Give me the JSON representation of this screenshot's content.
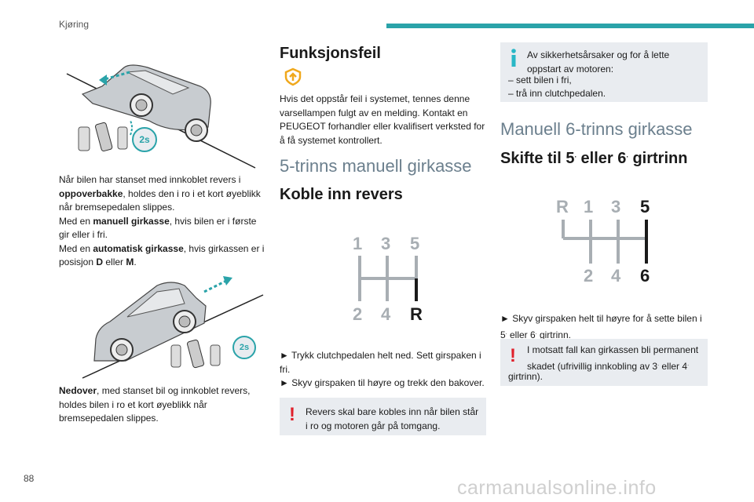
{
  "header": {
    "section": "Kjøring"
  },
  "footer": {
    "page_number": "88",
    "watermark": "carmanualsonline.info"
  },
  "col1": {
    "p1_a": "Når bilen har stanset med innkoblet revers i ",
    "p1_b": "oppoverbakke",
    "p1_c": ", holdes den i ro i et kort øyeblikk når bremsepedalen slippes.",
    "p2_a": "Med en ",
    "p2_b": "manuell girkasse",
    "p2_c": ", hvis bilen er i første gir eller i fri.",
    "p3_a": "Med en ",
    "p3_b": "automatisk girkasse",
    "p3_c": ", hvis girkassen er i posisjon ",
    "p3_d": "D",
    "p3_e": " eller ",
    "p3_f": "M",
    "p3_g": ".",
    "badge_text": "2s",
    "p4_a": "Nedover",
    "p4_b": ", med stanset bil og innkoblet revers, holdes bilen i ro et kort øyeblikk når bremsepedalen slippes."
  },
  "col2": {
    "heading": "Funksjonsfeil",
    "fault_text": "Hvis det oppstår feil i systemet, tennes denne varsellampen fulgt av en melding. Kontakt en PEUGEOT forhandler eller kvalifisert verksted for å få systemet kontrollert.",
    "section_title": "5-trinns manuell girkasse",
    "sub_heading": "Koble inn revers",
    "gear_top": [
      "1",
      "3",
      "5"
    ],
    "gear_bottom": [
      "2",
      "4",
      "R"
    ],
    "step1": "► Trykk clutchpedalen helt ned. Sett girspaken i fri.",
    "step2": "► Skyv girspaken til høyre og trekk den bakover.",
    "warning": "Revers skal bare kobles inn når bilen står i ro og motoren går på tomgang."
  },
  "col3": {
    "info_intro": "Av sikkerhetsårsaker og for å lette oppstart av motoren:",
    "info_item1": "– sett bilen i fri,",
    "info_item2": "– trå inn clutchpedalen.",
    "section_title": "Manuell 6-trinns girkasse",
    "sub_heading_a": "Skifte til 5",
    "sub_heading_b": " eller 6",
    "sub_heading_c": " girtrinn",
    "sup_mark": ".",
    "gear_top": [
      "R",
      "1",
      "3",
      "5"
    ],
    "gear_bottom": [
      "2",
      "4",
      "6"
    ],
    "step1_a": "► Skyv girspaken helt til høyre for å sette bilen i 5",
    "step1_b": " eller 6",
    "step1_c": " girtrinn.",
    "warning_a": "I motsatt fall kan girkassen bli permanent skadet (ufrivillig innkobling av 3",
    "warning_b": " eller 4",
    "warning_c": " girtrinn)."
  },
  "colors": {
    "accent": "#2aa3a9",
    "warning": "#e0202b",
    "info": "#29b7c6",
    "lamp": "#f0a81c",
    "gear_grey": "#a8aeb3"
  }
}
